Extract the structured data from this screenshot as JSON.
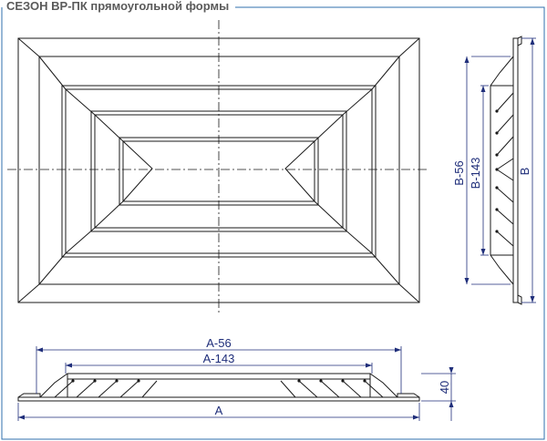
{
  "title": "СЕЗОН ВР-ПК прямоугольной формы",
  "colors": {
    "frame": "#2f6fae",
    "dimension": "#1f2e7a",
    "drawing": "#1a1a1a",
    "title": "#5a5a5a"
  },
  "dimensions": {
    "a_minus_56": "A-56",
    "a_minus_143": "A-143",
    "a": "A",
    "b_minus_56": "B-56",
    "b_minus_143": "B-143",
    "b": "B",
    "height_40": "40"
  }
}
